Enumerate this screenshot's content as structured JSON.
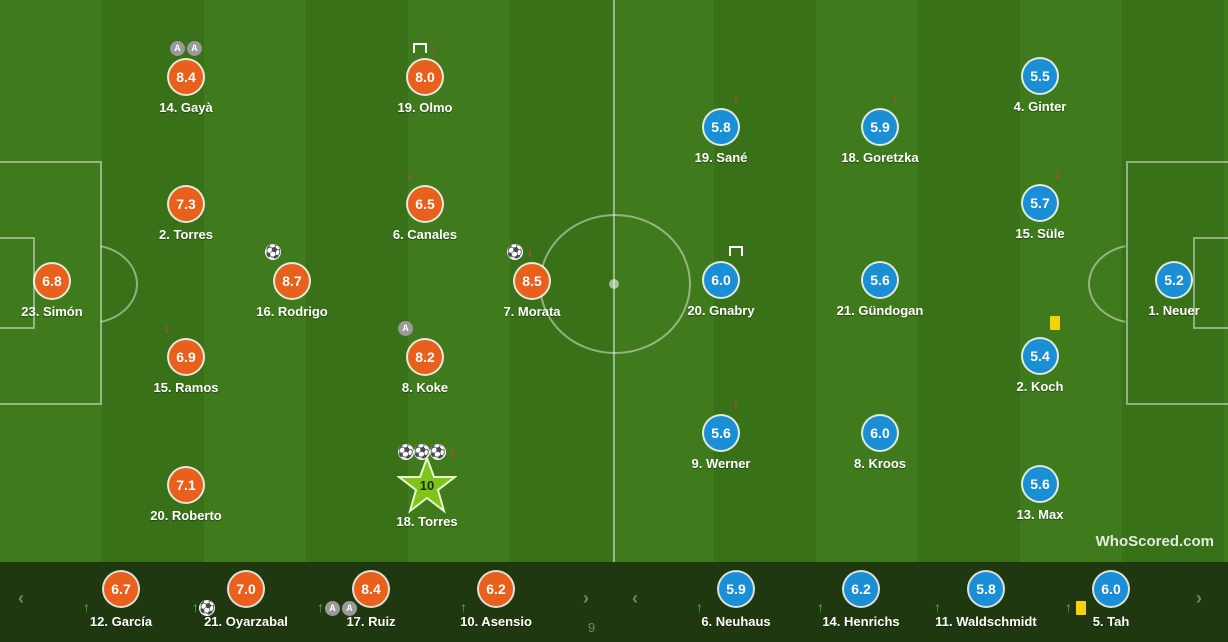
{
  "home_starters": [
    {
      "number_name": "14. Gayà",
      "rating": "8.4"
    },
    {
      "number_name": "19. Olmo",
      "rating": "8.0"
    },
    {
      "number_name": "2. Torres",
      "rating": "7.3"
    },
    {
      "number_name": "6. Canales",
      "rating": "6.5"
    },
    {
      "number_name": "23. Simón",
      "rating": "6.8"
    },
    {
      "number_name": "16. Rodrigo",
      "rating": "8.7"
    },
    {
      "number_name": "7. Morata",
      "rating": "8.5"
    },
    {
      "number_name": "15. Ramos",
      "rating": "6.9"
    },
    {
      "number_name": "8. Koke",
      "rating": "8.2"
    },
    {
      "number_name": "20. Roberto",
      "rating": "7.1"
    },
    {
      "number_name": "18. Torres",
      "rating": "10"
    }
  ],
  "away_starters": [
    {
      "number_name": "4. Ginter",
      "rating": "5.5"
    },
    {
      "number_name": "19. Sané",
      "rating": "5.8"
    },
    {
      "number_name": "18. Goretzka",
      "rating": "5.9"
    },
    {
      "number_name": "15. Süle",
      "rating": "5.7"
    },
    {
      "number_name": "20. Gnabry",
      "rating": "6.0"
    },
    {
      "number_name": "21. Gündogan",
      "rating": "5.6"
    },
    {
      "number_name": "1. Neuer",
      "rating": "5.2"
    },
    {
      "number_name": "2. Koch",
      "rating": "5.4"
    },
    {
      "number_name": "9. Werner",
      "rating": "5.6"
    },
    {
      "number_name": "8. Kroos",
      "rating": "6.0"
    },
    {
      "number_name": "13. Max",
      "rating": "5.6"
    }
  ],
  "home_subs": [
    {
      "number_name": "12. García",
      "rating": "6.7"
    },
    {
      "number_name": "21. Oyarzabal",
      "rating": "7.0"
    },
    {
      "number_name": "17. Ruiz",
      "rating": "8.4"
    },
    {
      "number_name": "10. Asensio",
      "rating": "6.2"
    }
  ],
  "away_subs": [
    {
      "number_name": "6. Neuhaus",
      "rating": "5.9"
    },
    {
      "number_name": "14. Henrichs",
      "rating": "6.2"
    },
    {
      "number_name": "11. Waldschmidt",
      "rating": "5.8"
    },
    {
      "number_name": "5. Tah",
      "rating": "6.0"
    }
  ],
  "hidden_sub_number": "9",
  "assist_letter": "A",
  "brand": "WhoScored.com",
  "colors": {
    "home": "#e8601c",
    "away": "#1a8fd6",
    "star": "#7fc41a"
  },
  "icons": {
    "sub_off": "arrow-down-icon",
    "sub_on": "arrow-up-icon",
    "goal": "ball-icon",
    "assist": "assist-icon",
    "yellow_card": "yellow-card-icon",
    "woodwork": "goalpost-icon",
    "man_of_the_match": "star-icon"
  }
}
